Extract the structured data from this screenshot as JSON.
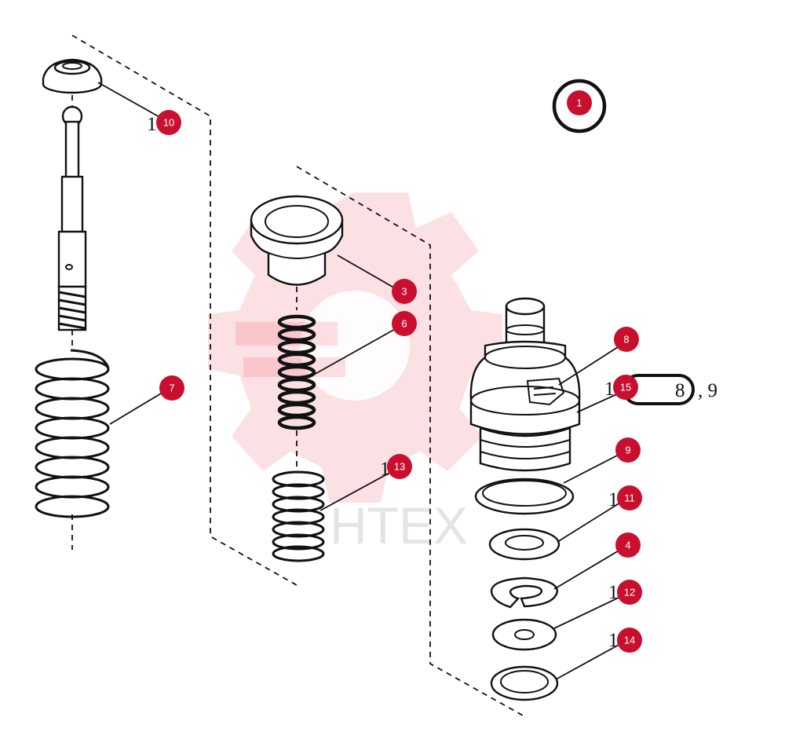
{
  "watermark": {
    "text": "HTEX"
  },
  "callouts": {
    "c1": "1",
    "c3": "3",
    "c4": "4",
    "c6": "6",
    "c7": "7",
    "c8": "8",
    "c9": "9",
    "c10": "10",
    "c11": "11",
    "c12": "12",
    "c13": "13",
    "c14": "14",
    "c15": "15"
  },
  "ref_prefixes": {
    "r10": "1",
    "r11": "1",
    "r12": "1",
    "r13": "1",
    "r14": "1",
    "r15": "1"
  },
  "reference_box": {
    "inner": "8",
    "suffix": ",  9"
  },
  "colors": {
    "callout": "#c8102e",
    "line": "#111111",
    "watermark": "#e8192c"
  }
}
